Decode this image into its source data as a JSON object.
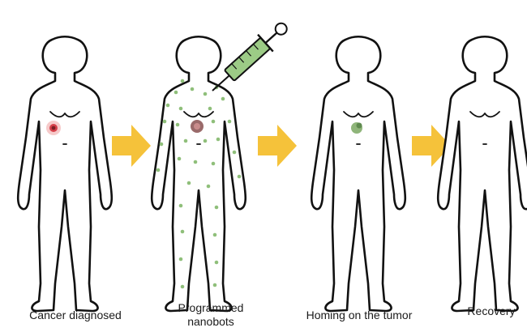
{
  "steps": [
    {
      "id": "cancer-diagnosed",
      "label": "Cancer diagnosed"
    },
    {
      "id": "programmed-nanobots",
      "label_line1": "Programmed",
      "label_line2": "nanobots"
    },
    {
      "id": "homing-on-tumor",
      "label": "Homing on the tumor"
    },
    {
      "id": "recovery",
      "label": "Recovery"
    }
  ],
  "colors": {
    "arrow": "#f5c23a",
    "tumor_red": "#d6404a",
    "tumor_dark": "#7a4a4a",
    "nanobot_green": "#8fbf7a",
    "syringe_green": "#9ccb86",
    "tumor_green": "#8fb57a",
    "outline": "#111111"
  },
  "icons": {
    "transition": "right-arrow-icon",
    "injector": "syringe-icon"
  }
}
